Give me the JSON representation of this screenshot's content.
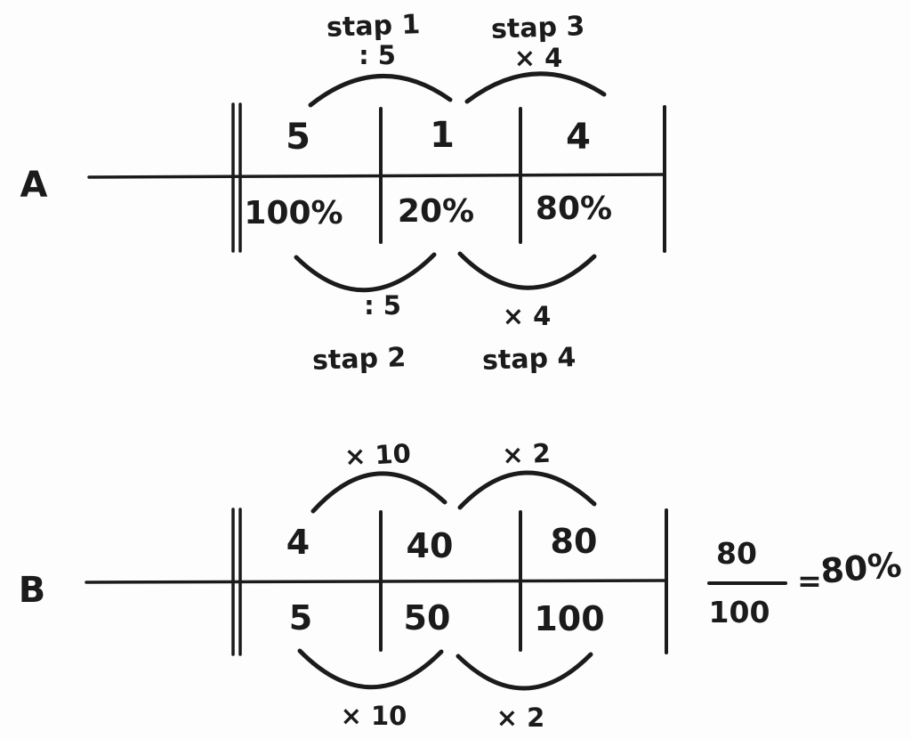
{
  "colors": {
    "ink": "#1b1b1b",
    "paper": "#fdfdfd"
  },
  "diagram_a": {
    "label": "A",
    "row_top": [
      "5",
      "1",
      "4"
    ],
    "row_bottom": [
      "100%",
      "20%",
      "80%"
    ],
    "steps_top": [
      {
        "name": "stap 1",
        "op": ": 5"
      },
      {
        "name": "stap 3",
        "op": "× 4"
      }
    ],
    "steps_bottom": [
      {
        "name": "stap 2",
        "op": ": 5"
      },
      {
        "name": "stap 4",
        "op": "× 4"
      }
    ]
  },
  "diagram_b": {
    "label": "B",
    "row_top": [
      "4",
      "40",
      "80"
    ],
    "row_bottom": [
      "5",
      "50",
      "100"
    ],
    "ops_top": [
      "× 10",
      "× 2"
    ],
    "ops_bottom": [
      "× 10",
      "× 2"
    ]
  },
  "result": {
    "numerator": "80",
    "denominator": "100",
    "equals": "=",
    "percentage": "80%"
  }
}
